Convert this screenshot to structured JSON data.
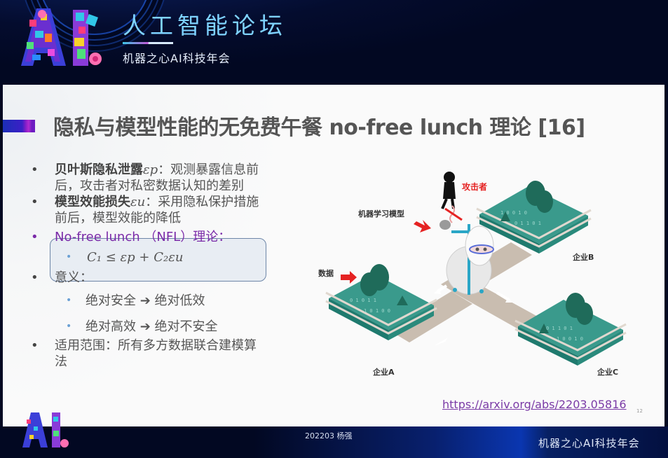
{
  "banner": {
    "logo_text": "AI",
    "title": "人工智能论坛",
    "subtitle": "机器之心AI科技年会"
  },
  "slide": {
    "title": "隐私与模型性能的无免费午餐 no-free lunch 理论 [16]",
    "bullets": [
      {
        "bold": "贝叶斯隐私泄露",
        "symbol": "εp",
        "text_line1": "：观测暴露信息前",
        "text_line2": "后，攻击者对私密数据认知的差别"
      },
      {
        "bold": "模型效能损失",
        "symbol": "εu",
        "text_line1": "：采用隐私保护措施",
        "text_line2": "前后，模型效能的降低"
      },
      {
        "text": "No-free lunch （NFL）理论：",
        "color": "#7a2aa8",
        "sub": [
          "C₁ ≤ εp + C₂εu"
        ]
      },
      {
        "text": "意义：",
        "sub": [
          "绝对安全 ➔ 绝对低效",
          "绝对高效 ➔ 绝对不安全"
        ]
      },
      {
        "text_line1": "适用范围：所有多方数据联合建模算",
        "text_line2": "法"
      }
    ],
    "illustration": {
      "labels": {
        "attacker": "攻击者",
        "ml_model": "机器学习模型",
        "data": "数据",
        "company_a": "企业A",
        "company_b": "企业B",
        "company_c": "企业C"
      },
      "colors": {
        "land": "#3a9a8c",
        "land_side": "#1f7a6e",
        "tree": "#1f6b5a",
        "road": "#c9bdb0",
        "fence": "#e0d8cf",
        "arrow": "#e52222",
        "robot_accent": "#2aa6c6"
      }
    },
    "reference_link": "https://arxiv.org/abs/2203.05816",
    "page_number": "12"
  },
  "footer": {
    "date_author": "202203  杨强",
    "brand": "机器之心AI科技年会"
  }
}
